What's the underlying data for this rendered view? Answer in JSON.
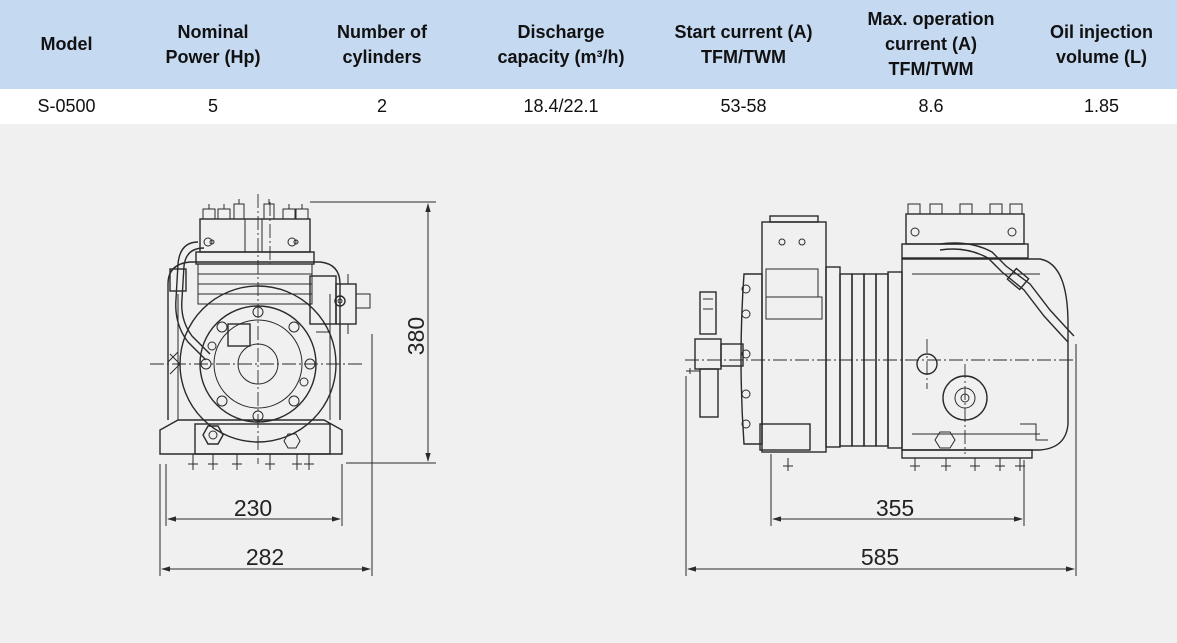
{
  "table": {
    "headers": [
      "Model",
      "Nominal\nPower (Hp)",
      "Number of\ncylinders",
      "Discharge\ncapacity (m³/h)",
      "Start current (A)\nTFM/TWM",
      "Max. operation\ncurrent (A)\nTFM/TWM",
      "Oil injection\nvolume (L)"
    ],
    "row": [
      "S-0500",
      "5",
      "2",
      "18.4/22.1",
      "53-58",
      "8.6",
      "1.85"
    ]
  },
  "drawing": {
    "front_view": {
      "height_dim": "380",
      "base_width_dim": "230",
      "overall_width_dim": "282"
    },
    "side_view": {
      "base_length_dim": "355",
      "overall_length_dim": "585"
    }
  },
  "colors": {
    "header_bg": "#c5d9f1",
    "drawing_bg": "#f0f0f0"
  }
}
